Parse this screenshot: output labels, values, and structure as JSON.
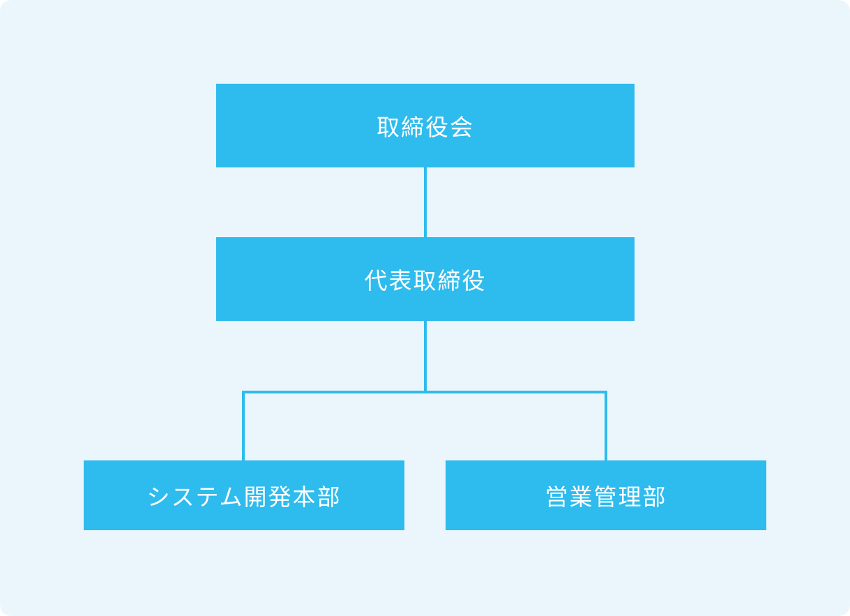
{
  "diagram": {
    "type": "org-chart",
    "colors": {
      "background": "#ebf6fc",
      "node_fill": "#2ebbed",
      "node_text": "#ffffff",
      "connector": "#2ebbed"
    },
    "nodes": [
      {
        "id": "board",
        "label": "取締役会",
        "level": 0
      },
      {
        "id": "ceo",
        "label": "代表取締役",
        "level": 1,
        "parent": "board"
      },
      {
        "id": "system-dev",
        "label": "システム開発本部",
        "level": 2,
        "parent": "ceo"
      },
      {
        "id": "sales-mgmt",
        "label": "営業管理部",
        "level": 2,
        "parent": "ceo"
      }
    ],
    "edges": [
      {
        "from": "board",
        "to": "ceo"
      },
      {
        "from": "ceo",
        "to": "system-dev"
      },
      {
        "from": "ceo",
        "to": "sales-mgmt"
      }
    ]
  }
}
